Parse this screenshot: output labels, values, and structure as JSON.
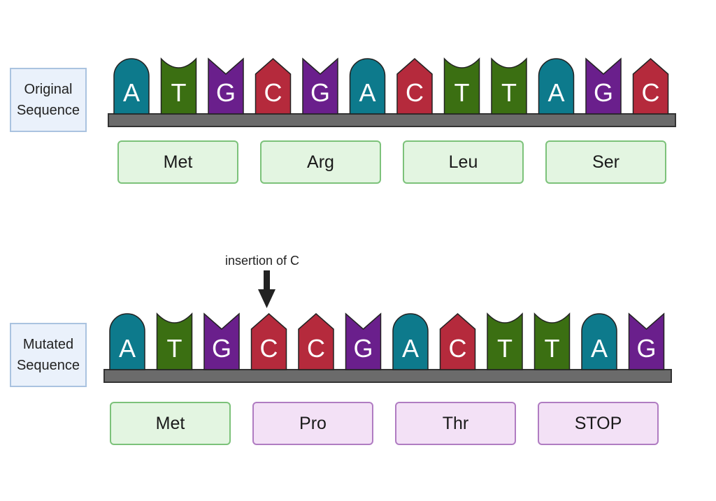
{
  "colors": {
    "A": "#0d7a8c",
    "T": "#3b6f12",
    "G": "#6a1f8c",
    "C": "#b52a3c",
    "backbone": "#6b6b6b",
    "normal_fill": "#e3f5e1",
    "normal_border": "#7cc27a",
    "changed_fill": "#f3e1f6",
    "changed_border": "#b07cc2",
    "label_fill": "#eaf1fb",
    "label_border": "#aac3e0"
  },
  "original": {
    "label_line1": "Original",
    "label_line2": "Sequence",
    "bases": [
      "A",
      "T",
      "G",
      "C",
      "G",
      "A",
      "C",
      "T",
      "T",
      "A",
      "G",
      "C"
    ],
    "amino_acids": [
      {
        "name": "Met",
        "status": "normal"
      },
      {
        "name": "Arg",
        "status": "normal"
      },
      {
        "name": "Leu",
        "status": "normal"
      },
      {
        "name": "Ser",
        "status": "normal"
      }
    ]
  },
  "mutated": {
    "label_line1": "Mutated",
    "label_line2": "Sequence",
    "bases": [
      "A",
      "T",
      "G",
      "C",
      "C",
      "G",
      "A",
      "C",
      "T",
      "T",
      "A",
      "G"
    ],
    "amino_acids": [
      {
        "name": "Met",
        "status": "normal"
      },
      {
        "name": "Pro",
        "status": "changed"
      },
      {
        "name": "Thr",
        "status": "changed"
      },
      {
        "name": "STOP",
        "status": "changed"
      }
    ]
  },
  "annotation": {
    "text": "insertion of C",
    "target_base_index": 3
  }
}
